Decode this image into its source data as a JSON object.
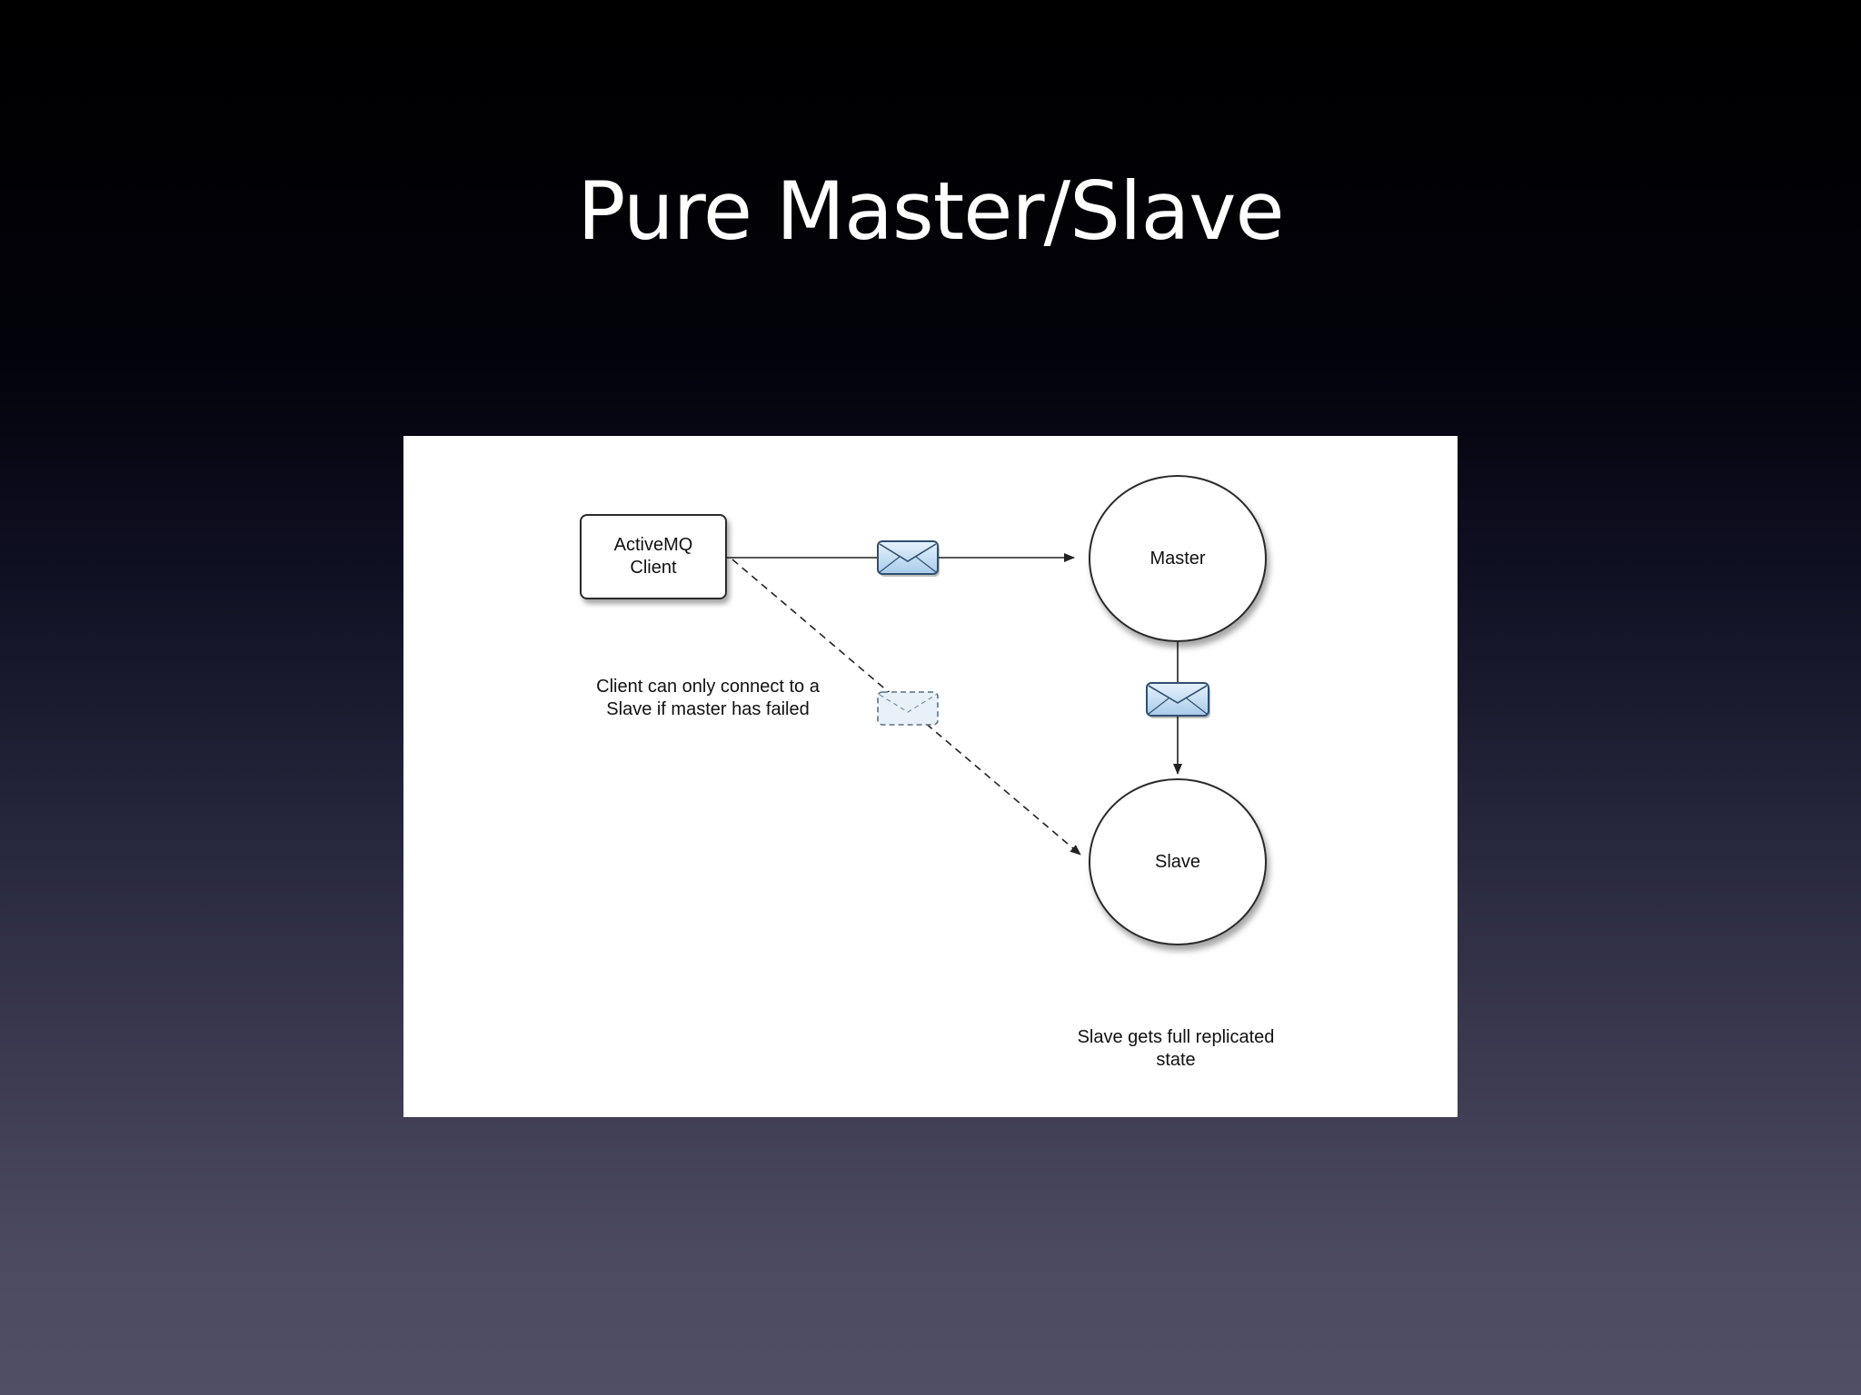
{
  "slide": {
    "title": "Pure Master/Slave"
  },
  "diagram": {
    "client_label": "ActiveMQ\nClient",
    "master_label": "Master",
    "slave_label": "Slave",
    "client_note": "Client can only connect to a\nSlave if master has failed",
    "slave_note": "Slave gets full replicated\nstate"
  },
  "colors": {
    "envelope_fill": "#c9e1f5",
    "envelope_stroke": "#2f4f6f",
    "line": "#222222"
  },
  "icons": {
    "message": "envelope-icon",
    "failover_message": "dashed-envelope-icon"
  }
}
